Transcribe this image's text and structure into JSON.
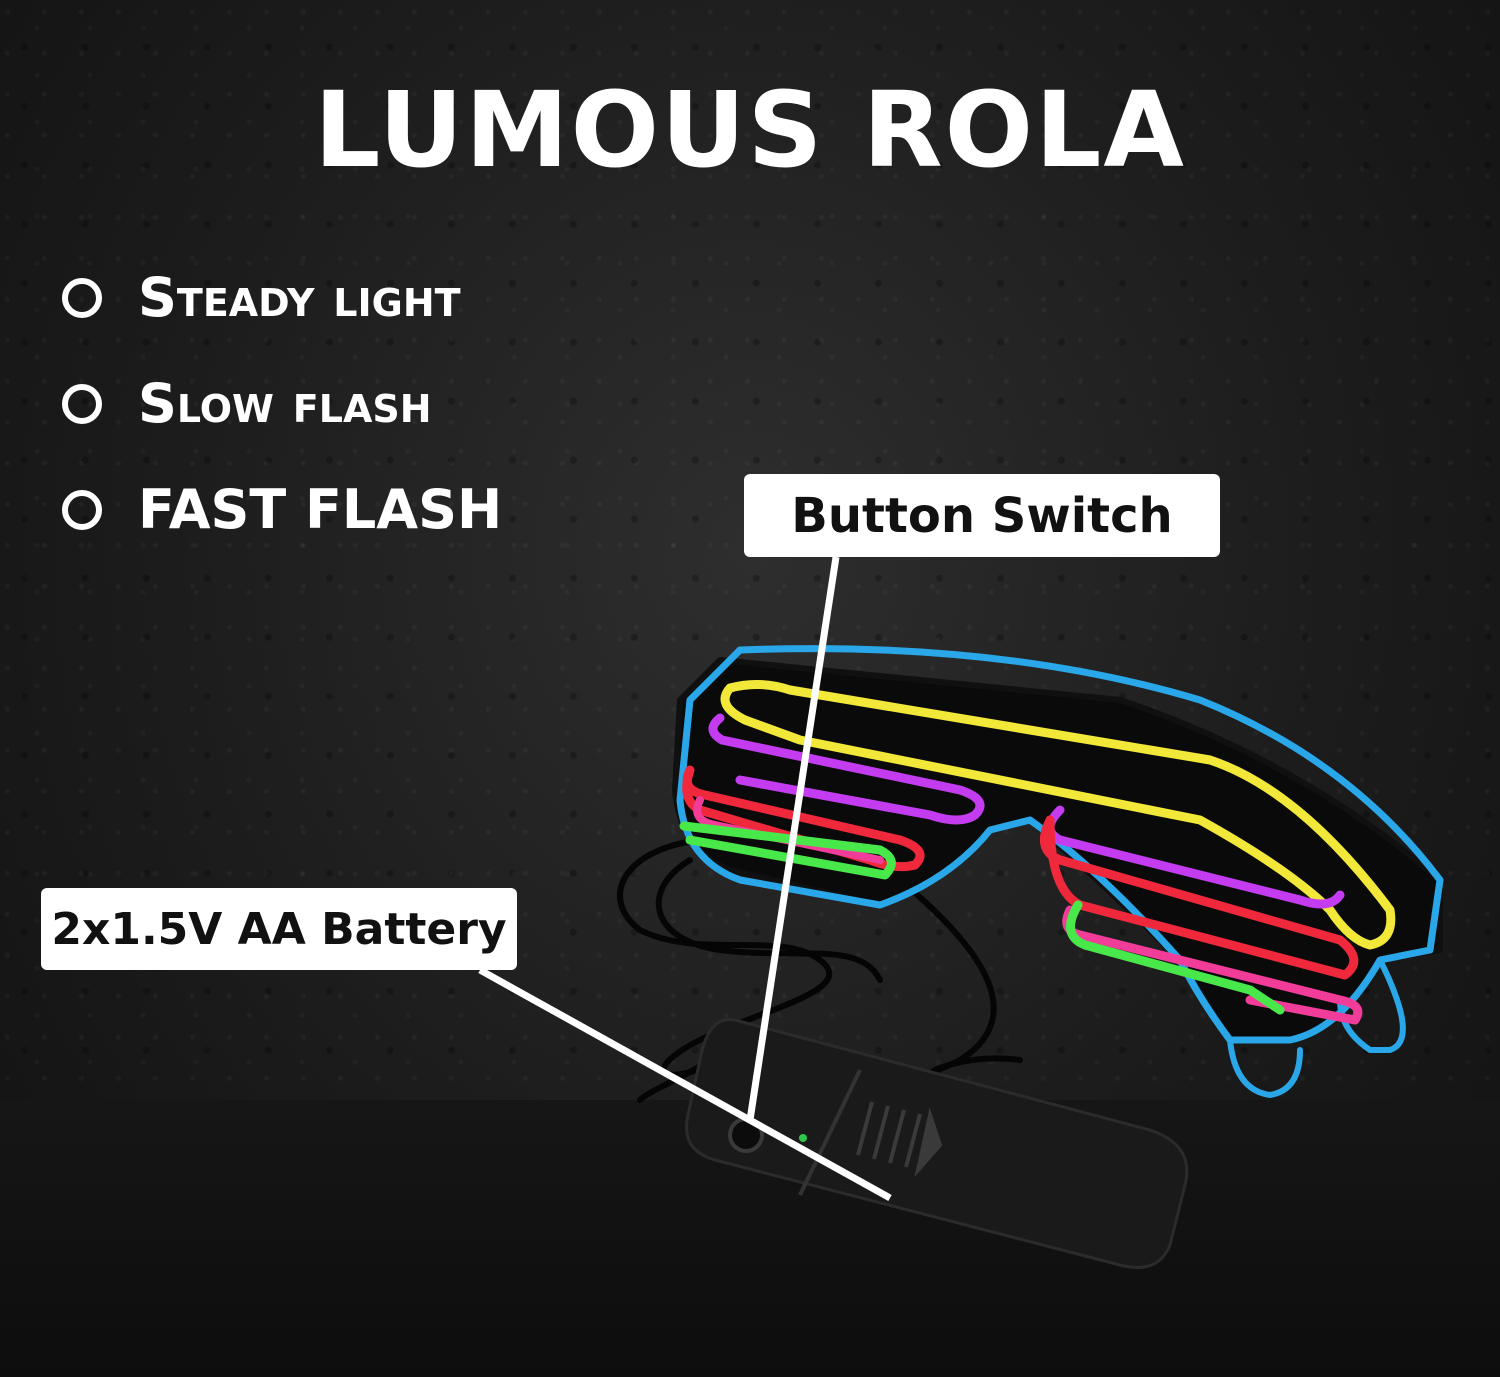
{
  "title": "LUMOUS ROLA",
  "modes": [
    {
      "label": "Steady light"
    },
    {
      "label": "Slow flash"
    },
    {
      "label": "FAST FLASH"
    }
  ],
  "callouts": {
    "button_switch": "Button Switch",
    "battery": "2x1.5V AA Battery"
  },
  "colors": {
    "background": "#1c1c1c",
    "text": "#ffffff",
    "wire_blue": "#2aa7e8",
    "wire_yellow": "#f2e83a",
    "wire_magenta": "#c43cf0",
    "wire_red": "#f0283c",
    "wire_pink": "#f23c9a",
    "wire_green": "#49e84a"
  },
  "icons": [
    "circle-bullet-icon",
    "glasses-illustration",
    "battery-pack-illustration"
  ]
}
